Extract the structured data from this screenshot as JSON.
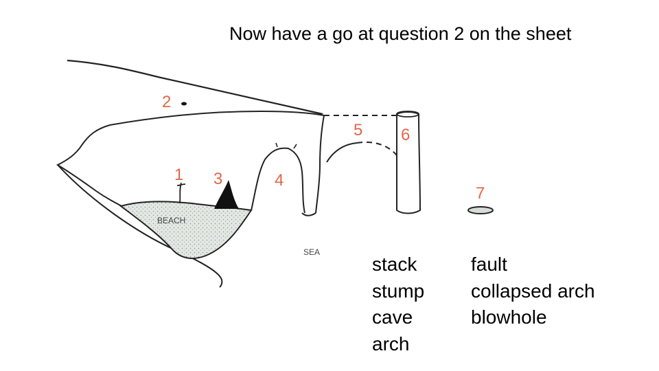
{
  "title": "Now have a go at question 2 on the sheet",
  "diagram": {
    "numbers": [
      "2",
      "5",
      "6",
      "1",
      "3",
      "4",
      "7"
    ],
    "beach_label": "BEACH",
    "sea_label": "SEA"
  },
  "word_columns": [
    [
      "stack",
      "stump",
      "cave",
      "arch"
    ],
    [
      "fault",
      "collapsed arch",
      "blowhole"
    ]
  ]
}
